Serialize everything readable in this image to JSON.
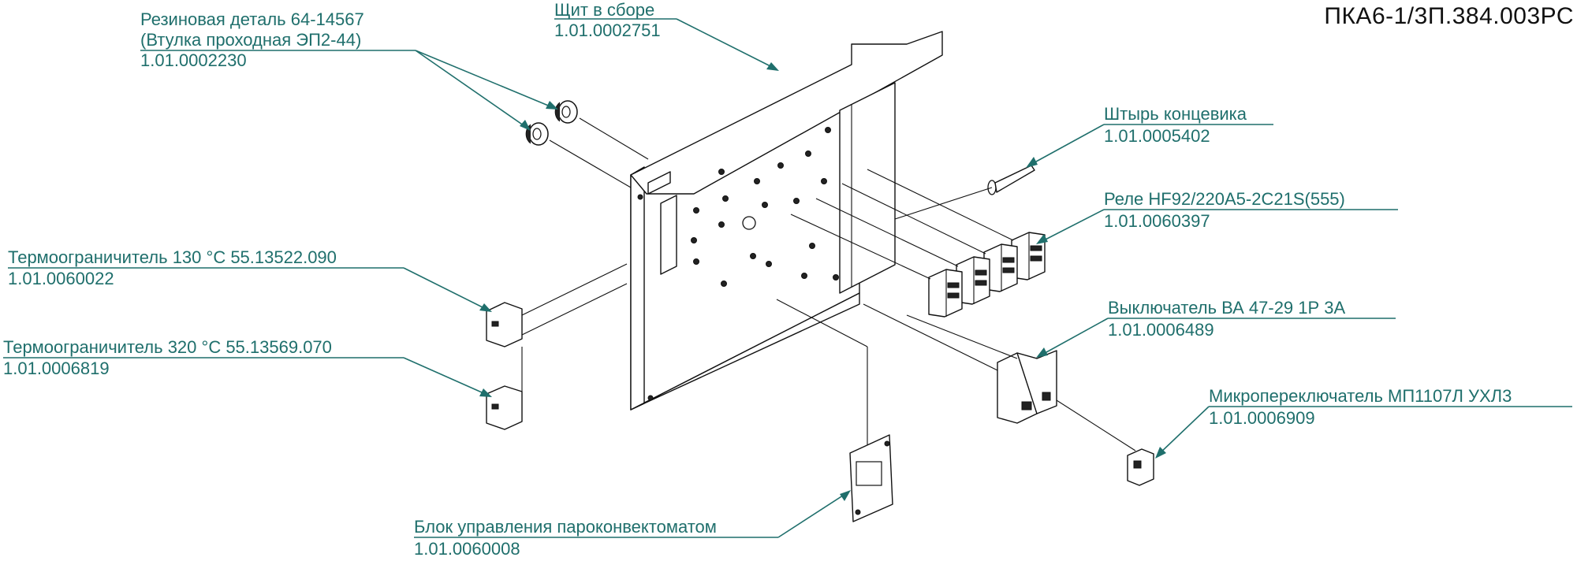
{
  "drawing_number": "ПКА6-1/3П.384.003РС",
  "colors": {
    "callout": "#1f6f6c",
    "line": "#111111",
    "background": "#ffffff"
  },
  "callouts": {
    "rubber_part": {
      "line1": "Резиновая деталь 64-14567",
      "line2": "(Втулка проходная ЭП2-44)",
      "code": "1.01.0002230"
    },
    "panel_assembly": {
      "line1": "Щит в сборе",
      "code": "1.01.0002751"
    },
    "limit_pin": {
      "line1": "Штырь концевика",
      "code": "1.01.0005402"
    },
    "relay": {
      "line1": "Реле HF92/220A5-2C21S(555)",
      "code": "1.01.0060397"
    },
    "thermostat_130": {
      "line1": "Термоограничитель 130 °С 55.13522.090",
      "code": "1.01.0060022"
    },
    "thermostat_320": {
      "line1": "Термоограничитель 320 °С  55.13569.070",
      "code": "1.01.0006819"
    },
    "circuit_breaker": {
      "line1": "Выключатель ВА 47-29 1Р 3А",
      "code": "1.01.0006489"
    },
    "microswitch": {
      "line1": "Микропереключатель МП1107Л УХЛ3",
      "code": "1.01.0006909"
    },
    "control_unit": {
      "line1": "Блок управления пароконвектоматом",
      "code": "1.01.0060008"
    }
  }
}
